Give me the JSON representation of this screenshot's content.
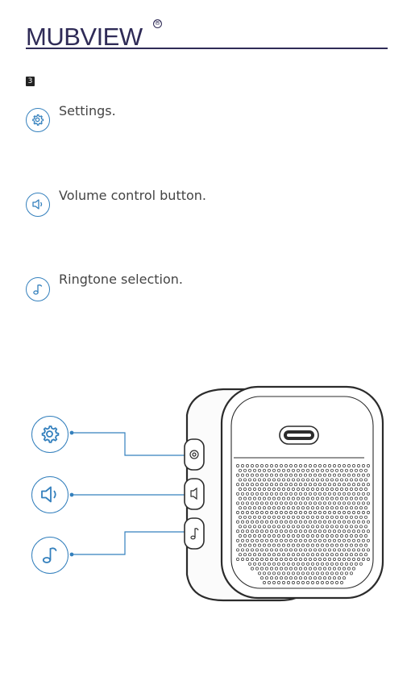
{
  "brand": {
    "name": "MUBVIEW",
    "registered": "®"
  },
  "step": {
    "number": "3"
  },
  "items": [
    {
      "label": "Settings.",
      "icon": "gear-icon"
    },
    {
      "label": "Volume control button.",
      "icon": "speaker-icon"
    },
    {
      "label": "Ringtone selection.",
      "icon": "music-note-icon"
    }
  ],
  "colors": {
    "accent": "#3480bd",
    "brand": "#2f2b57",
    "device": "#2b2b2b"
  }
}
